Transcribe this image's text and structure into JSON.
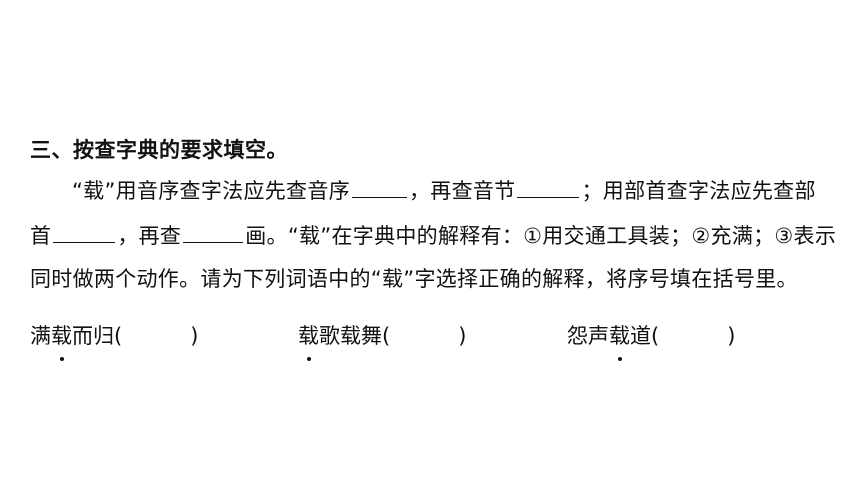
{
  "heading": "三、按查字典的要求填空。",
  "line1": {
    "p1": "“载”用音序查字法应先查音序",
    "p2": "，再查音节",
    "p3": "；用部首查字法应先查部"
  },
  "line2": {
    "p1": "首",
    "p2": "，再查",
    "p3": "画。“载”在字典中的解释有：①用交通工具装；②充满；③表示"
  },
  "line3": "同时做两个动作。请为下列词语中的“载”字选择正确的解释，将序号填在括号里。",
  "items": [
    {
      "before": "满",
      "char": "载",
      "after": "而归(",
      "close": ")"
    },
    {
      "before": "",
      "char": "载",
      "after": "歌载舞(",
      "close": ")"
    },
    {
      "before": "怨声",
      "char": "载",
      "after": "道(",
      "close": ")"
    }
  ]
}
